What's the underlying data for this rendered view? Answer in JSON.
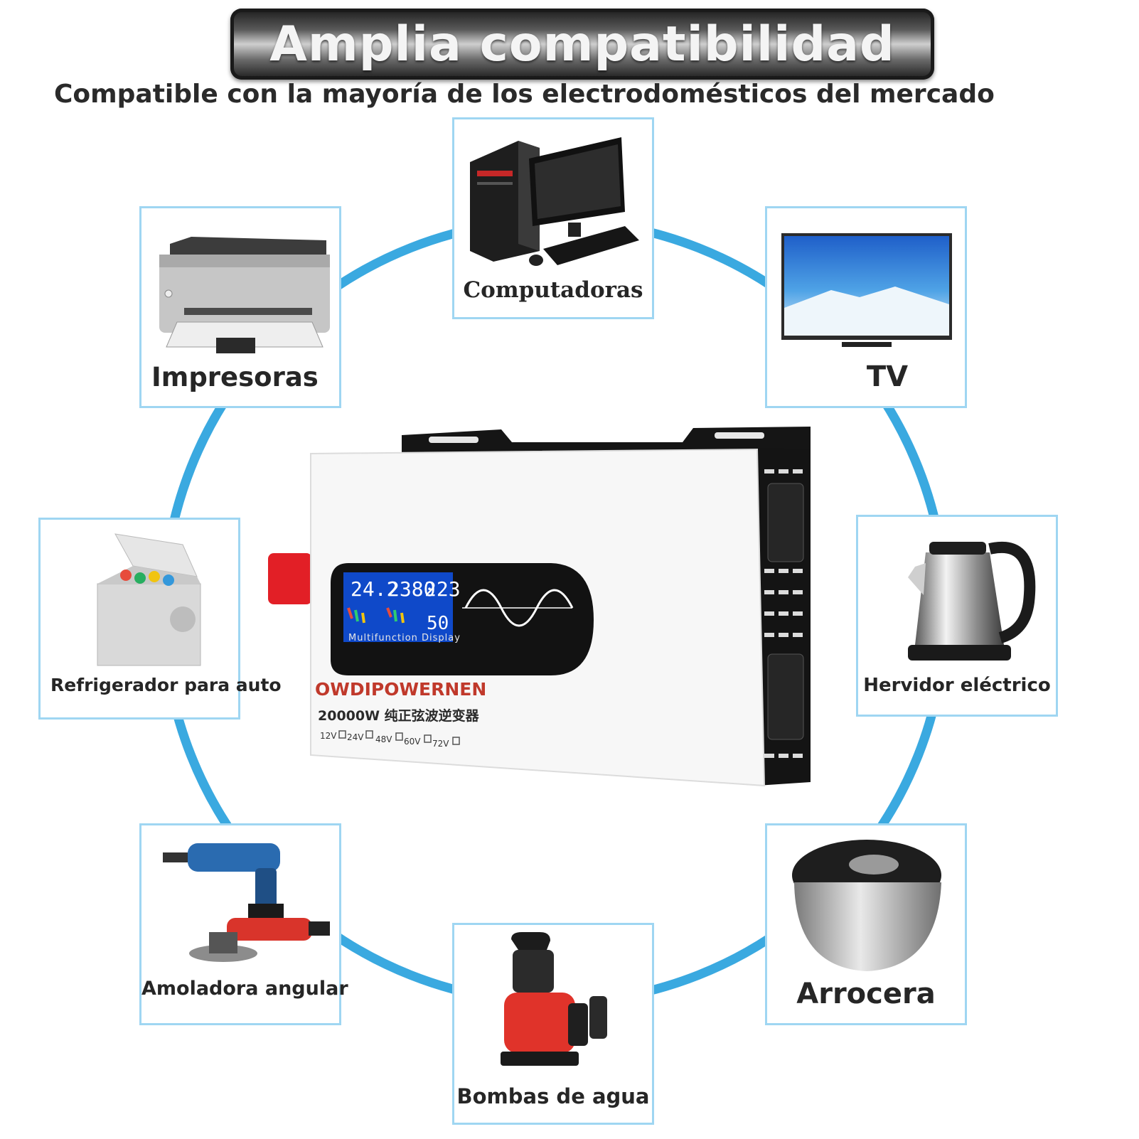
{
  "header": {
    "title": "Amplia compatibilidad",
    "subtitle": "Compatible con la mayoría de los electrodomésticos del mercado"
  },
  "colors": {
    "ring": "#3aa9e0",
    "card_border": "#9fd6f2",
    "brand_red": "#c0392b"
  },
  "appliances": [
    {
      "label": "Computadoras",
      "icon": "computer-icon"
    },
    {
      "label": "Impresoras",
      "icon": "printer-icon"
    },
    {
      "label": "TV",
      "icon": "tv-icon"
    },
    {
      "label": "Refrigerador para auto",
      "icon": "car-fridge-icon"
    },
    {
      "label": "Hervidor eléctrico",
      "icon": "kettle-icon"
    },
    {
      "label": "Amoladora angular",
      "icon": "angle-grinder-icon"
    },
    {
      "label": "Arrocera",
      "icon": "rice-cooker-icon"
    },
    {
      "label": "Bombas de agua",
      "icon": "water-pump-icon"
    }
  ],
  "inverter": {
    "lcd": {
      "dc_value": "24.2",
      "power_value": "2380",
      "ac_value": "223",
      "freq_value": "50",
      "caption": "Multifunction Display"
    },
    "brand": "OWDIPOWERNEN",
    "model": "20000W 纯正弦波逆变器",
    "voltages": [
      "12V",
      "24V",
      "48V",
      "60V",
      "72V"
    ]
  }
}
